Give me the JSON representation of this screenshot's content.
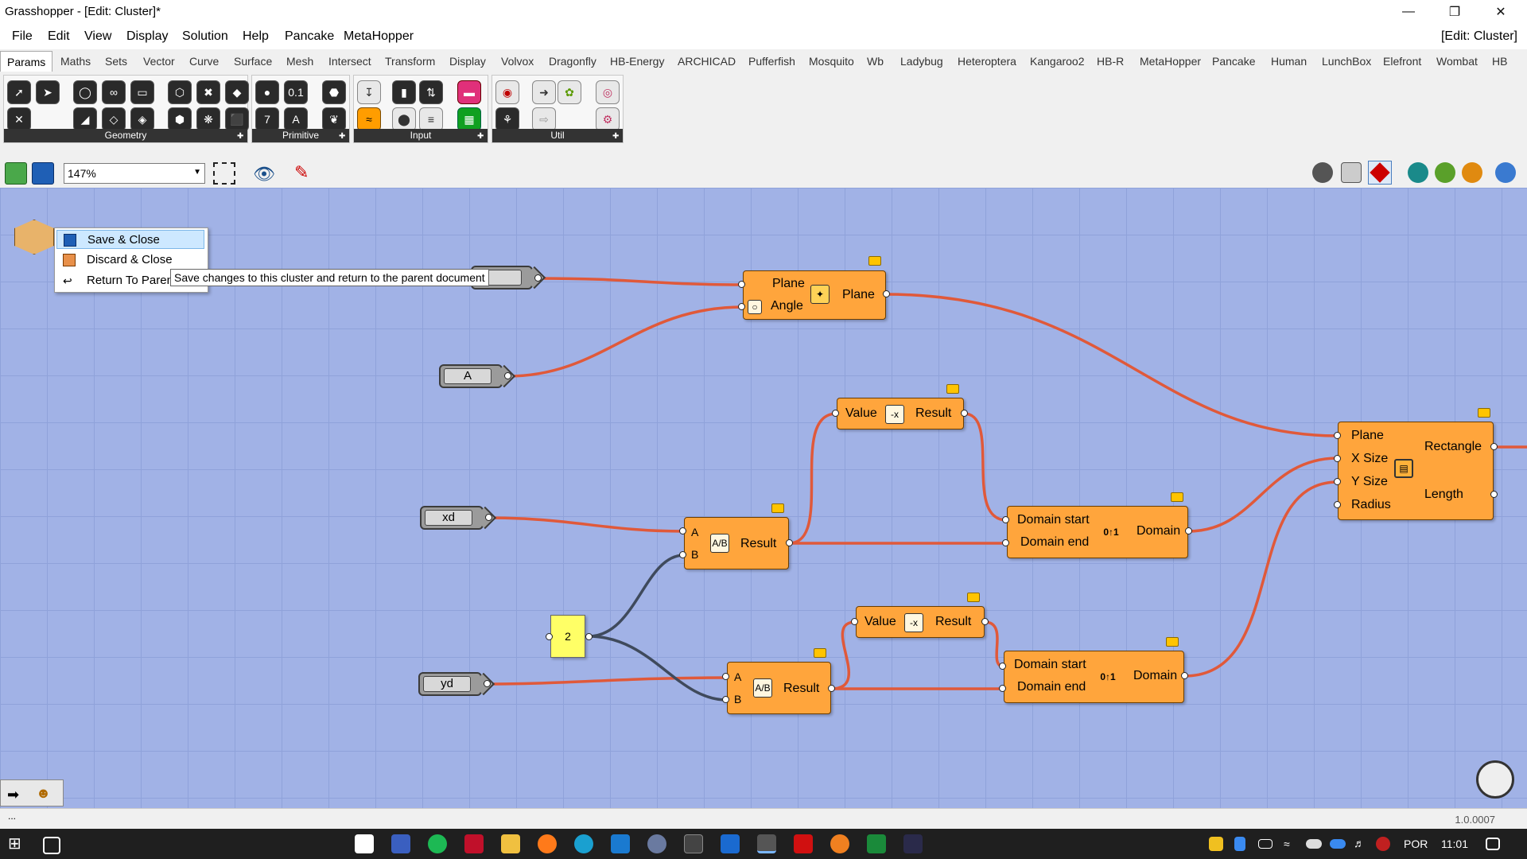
{
  "window": {
    "title": "Grasshopper - [Edit: Cluster]*",
    "edit_label": "[Edit: Cluster]"
  },
  "menu": [
    "File",
    "Edit",
    "View",
    "Display",
    "Solution",
    "Help",
    "Pancake",
    "MetaHopper"
  ],
  "tabs": [
    "Params",
    "Maths",
    "Sets",
    "Vector",
    "Curve",
    "Surface",
    "Mesh",
    "Intersect",
    "Transform",
    "Display",
    "Volvox",
    "Dragonfly",
    "HB-Energy",
    "ARCHICAD",
    "Pufferfish",
    "Mosquito",
    "Wb",
    "Ladybug",
    "Heteroptera",
    "Kangaroo2",
    "HB-R",
    "MetaHopper",
    "Pancake",
    "Human",
    "LunchBox",
    "Elefront",
    "Wombat",
    "HB"
  ],
  "ribbon_groups": [
    "Geometry",
    "Primitive",
    "Input",
    "Util"
  ],
  "toolbar": {
    "zoom": "147%"
  },
  "context_menu": {
    "items": [
      "Save & Close",
      "Discard & Close",
      "Return To Parent"
    ],
    "tooltip": "Save changes to this cluster and return to the parent document"
  },
  "nodes": {
    "rotate": {
      "in1": "Plane",
      "in2": "Angle",
      "out": "Plane"
    },
    "negative1": {
      "in": "Value",
      "out": "Result"
    },
    "negative2": {
      "in": "Value",
      "out": "Result"
    },
    "divide1": {
      "in1": "A",
      "in2": "B",
      "out": "Result"
    },
    "divide2": {
      "in1": "A",
      "in2": "B",
      "out": "Result"
    },
    "domain1": {
      "in1": "Domain start",
      "in2": "Domain end",
      "out": "Domain"
    },
    "domain2": {
      "in1": "Domain start",
      "in2": "Domain end",
      "out": "Domain"
    },
    "rectangle": {
      "in1": "Plane",
      "in2": "X Size",
      "in3": "Y Size",
      "in4": "Radius",
      "out1": "Rectangle",
      "out2": "Length"
    }
  },
  "inputs": {
    "a": "A",
    "xd": "xd",
    "yd": "yd",
    "panel": "2"
  },
  "status": {
    "version": "1.0.0007",
    "dots": "..."
  },
  "taskbar": {
    "lang": "POR",
    "time": "11:01"
  },
  "colors": {
    "canvas": "#a1b2e6",
    "node": "#ffa53c",
    "wire": "#e0593a",
    "panel": "#ffff66"
  }
}
